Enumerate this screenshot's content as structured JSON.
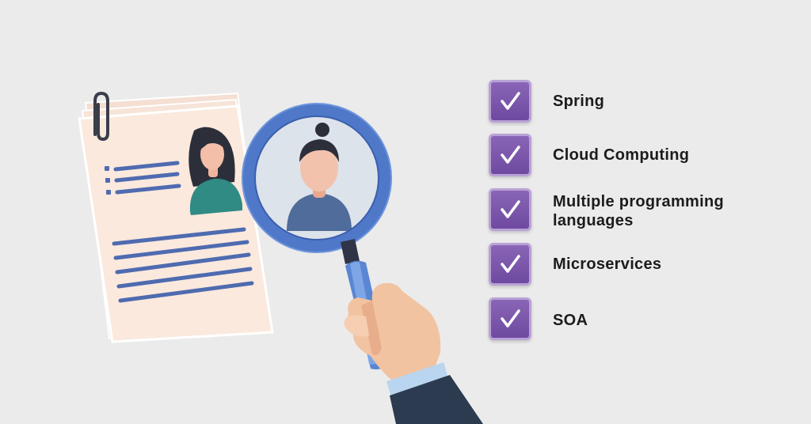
{
  "skills": [
    {
      "label": "Spring",
      "checked": true
    },
    {
      "label": "Cloud Computing",
      "checked": true
    },
    {
      "label": "Multiple programming languages",
      "checked": true
    },
    {
      "label": "Microservices",
      "checked": true
    },
    {
      "label": "SOA",
      "checked": true
    }
  ],
  "colors": {
    "background": "#ebebeb",
    "checkbox": "#7a55aa",
    "lens_ring": "#4f78c9",
    "paper": "#fbe8dc",
    "text_lines": "#4f6bb0"
  },
  "icons": [
    "paperclip-icon",
    "magnifying-glass-icon",
    "checkmark-icon",
    "person-avatar-icon"
  ]
}
